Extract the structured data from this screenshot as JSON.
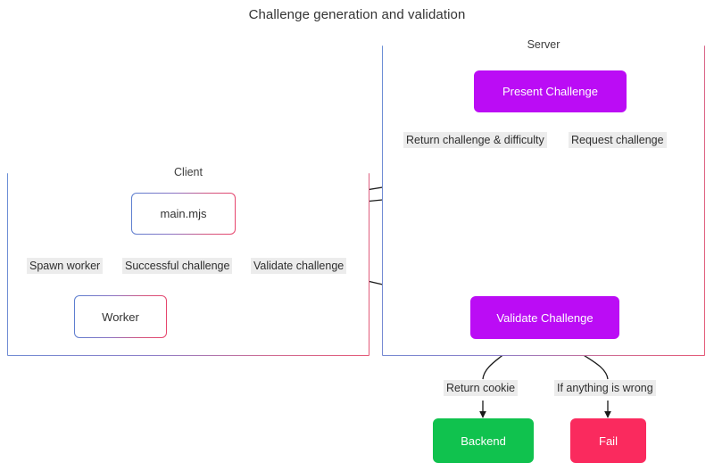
{
  "title": "Challenge generation and validation",
  "colors": {
    "background": "#ffffff",
    "purple": "#bb0cf5",
    "green": "#10c24e",
    "pink": "#fa2a5e",
    "edge_stroke": "#1a1a1a",
    "label_background": "#ececec",
    "label_text": "#2e2e2e",
    "border_gradient_start": "#6b8fd6",
    "border_gradient_end": "#e45a78",
    "node_text_dark": "#333333",
    "node_text_light": "#ffffff"
  },
  "groups": [
    {
      "id": "server",
      "label": "Server"
    },
    {
      "id": "client",
      "label": "Client"
    }
  ],
  "nodes": [
    {
      "id": "present-challenge",
      "label": "Present Challenge",
      "style": "filled",
      "fill": "purple"
    },
    {
      "id": "main-mjs",
      "label": "main.mjs",
      "style": "plain"
    },
    {
      "id": "worker",
      "label": "Worker",
      "style": "plain"
    },
    {
      "id": "validate-challenge",
      "label": "Validate Challenge",
      "style": "filled",
      "fill": "purple"
    },
    {
      "id": "backend",
      "label": "Backend",
      "style": "filled",
      "fill": "green"
    },
    {
      "id": "fail",
      "label": "Fail",
      "style": "filled",
      "fill": "pink"
    }
  ],
  "edges": [
    {
      "id": "return-challenge-difficulty",
      "label": "Return challenge & difficulty",
      "from": "present-challenge",
      "to": "main-mjs"
    },
    {
      "id": "request-challenge",
      "label": "Request challenge",
      "from": "main-mjs",
      "to": "present-challenge"
    },
    {
      "id": "spawn-worker",
      "label": "Spawn worker",
      "from": "main-mjs",
      "to": "worker"
    },
    {
      "id": "successful-challenge",
      "label": "Successful challenge",
      "from": "worker",
      "to": "main-mjs"
    },
    {
      "id": "validate-challenge-edge",
      "label": "Validate challenge",
      "from": "main-mjs",
      "to": "validate-challenge"
    },
    {
      "id": "return-cookie",
      "label": "Return cookie",
      "from": "validate-challenge",
      "to": "backend"
    },
    {
      "id": "if-anything-is-wrong",
      "label": "If anything is wrong",
      "from": "validate-challenge",
      "to": "fail"
    }
  ]
}
